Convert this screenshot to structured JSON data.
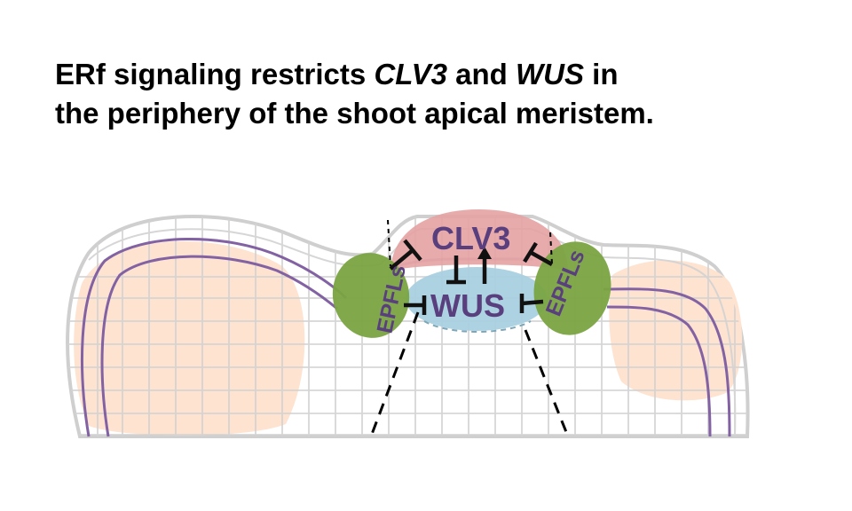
{
  "title": {
    "line1_part1": "ERf signaling restricts ",
    "line1_gene1": "CLV3",
    "line1_part2": " and ",
    "line1_gene2": "WUS",
    "line1_part3": " in",
    "line2": "the periphery of the shoot apical meristem."
  },
  "diagram": {
    "clv3_label": "CLV3",
    "wus_label": "WUS",
    "epfls_left_label": "EPFLs",
    "epfls_right_label": "EPFLs"
  },
  "colors": {
    "clv3_zone": "#e6a2a2",
    "wus_zone": "#a9d0e0",
    "epfl_zone": "#7aa442",
    "label_text": "#5a3f7e",
    "vascular_line": "#8262a3",
    "peripheral_zone": "#fde3d0",
    "cell_outline": "#d2d2d2",
    "inhibition_arrows": "#111111"
  }
}
